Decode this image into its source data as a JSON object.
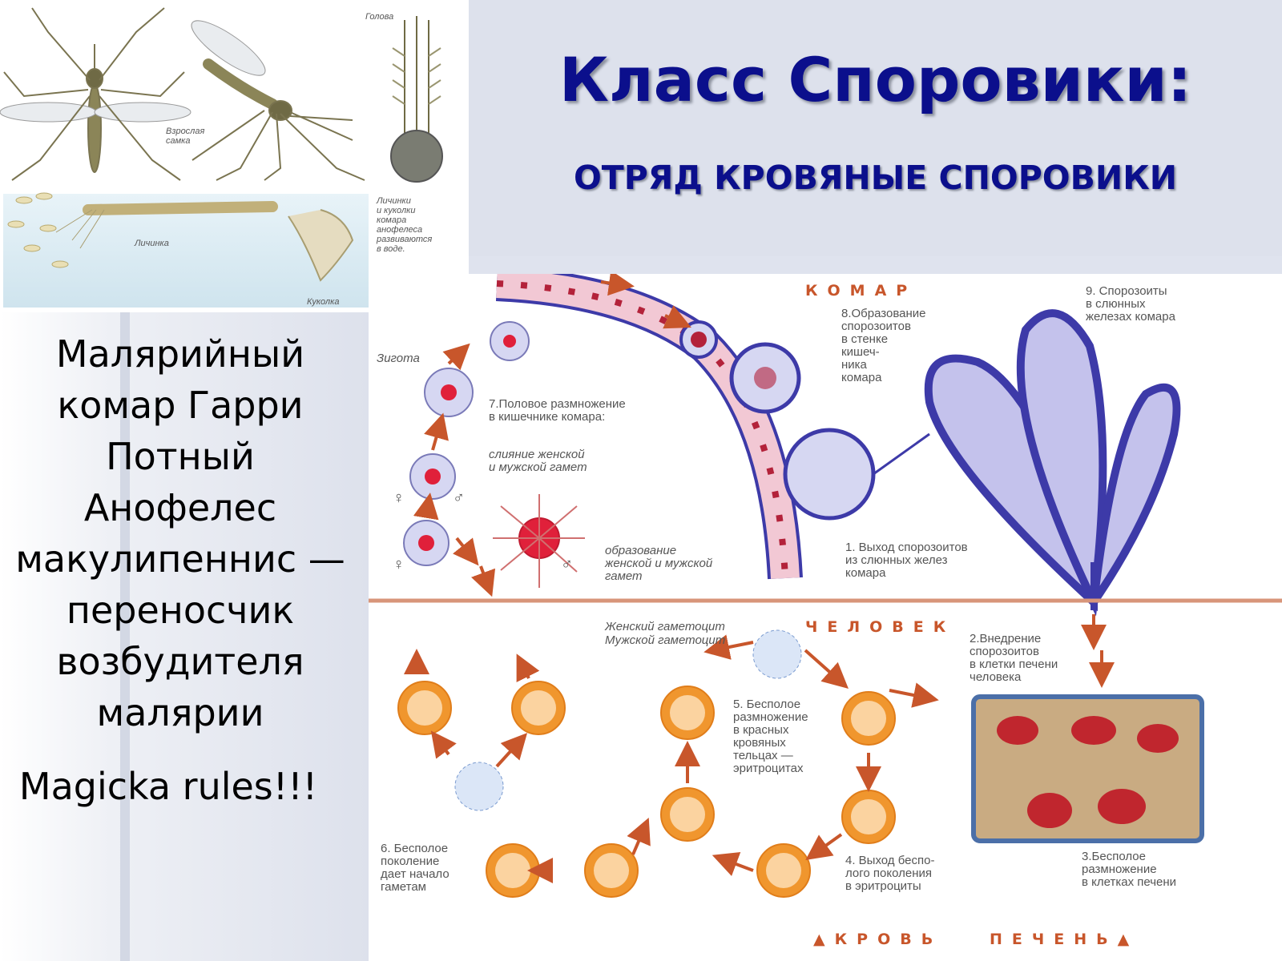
{
  "slide": {
    "title": "Класс Споровики:",
    "subtitle": "ОТРЯД КРОВЯНЫЕ СПОРОВИКИ",
    "description": "Малярийный комар Гарри Потный Анофелес макулипеннис — переносчик возбудителя малярии",
    "footer_text": "Magicka rules!!!"
  },
  "photo_labels": {
    "head": "Голова",
    "adult_female": "Взрослая\nсамка",
    "larvae_note": "Личинки\nи куколки\nкомара\nанофелеса\nразвиваются\nв воде.",
    "larva": "Личинка",
    "pupa": "Куколка"
  },
  "diagram": {
    "zone_mosquito": "КОМАР",
    "zone_human": "ЧЕЛОВЕК",
    "zone_blood": "▲КРОВЬ",
    "zone_liver": "ПЕЧЕНЬ▲",
    "labels": {
      "zygote": "Зигота",
      "step7": "7.Половое  размножение\nв кишечнике комара:",
      "fusion": "слияние женской\nи мужской гамет",
      "gametes": "образование\nженской и мужской\nгамет",
      "step8": "8.Образование\nспорозоитов\nв стенке\nкишеч-\nника\nкомара",
      "step9": "9. Спорозоиты\nв слюнных\nжелезах комара",
      "step1": "1.  Выход спорозоитов\nиз слюнных  желез\nкомара",
      "female_gametocyte": "Женский гаметоцит",
      "male_gametocyte": "Мужской гаметоцит",
      "step2": "2.Внедрение\nспорозоитов\nв клетки  печени\nчеловека",
      "step5": "5. Бесполое\nразмножение\nв красных\nкровяных\nтельцах —\nэритроцитах",
      "step6": "6. Бесполое\nпоколение\nдает начало\nгаметам",
      "step4": "4. Выход беспо-\nлого поколения\nв эритроциты",
      "step3": "3.Бесполое\nразмножение\nв клетках печени",
      "female_symbol": "♀",
      "male_symbol": "♂"
    }
  },
  "colors": {
    "title": "#0b0f8c",
    "arrow": "#c8562b",
    "gut_cell": "#f2c8d4",
    "nucleus": "#b3223a",
    "gland": "#3d3aa8",
    "erythrocyte": "#f0962e",
    "liver": "#c9ab82"
  }
}
